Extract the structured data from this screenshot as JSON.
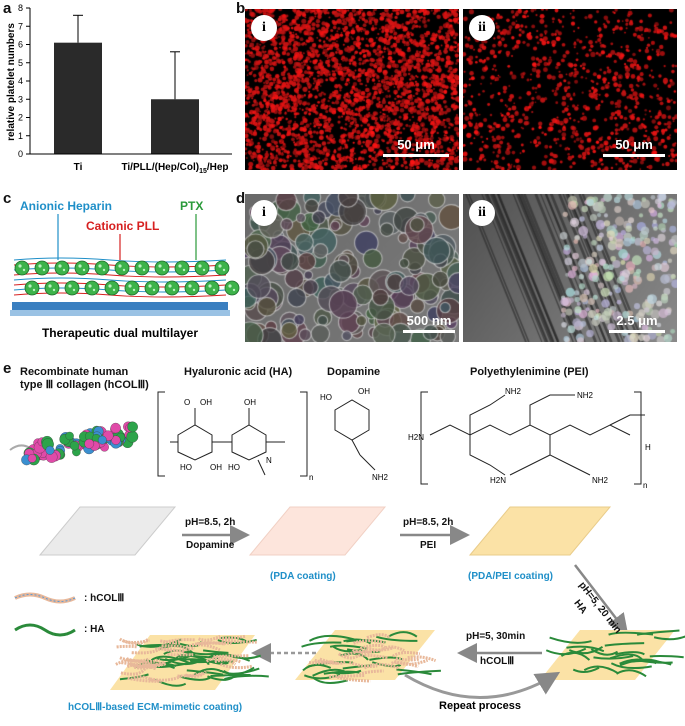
{
  "panels": {
    "a": "a",
    "b": "b",
    "c": "c",
    "d": "d",
    "e": "e"
  },
  "chart_data": {
    "type": "bar",
    "categories": [
      "Ti",
      "Ti/PLL/(Hep/Col)15/Hep"
    ],
    "values": [
      6.1,
      3.0
    ],
    "errors": [
      1.5,
      2.6
    ],
    "ylabel": "relative platelet numbers",
    "ylim": [
      0,
      8
    ],
    "yticks": [
      0,
      1,
      2,
      3,
      4,
      5,
      6,
      7,
      8
    ],
    "tick_labels": [
      "0",
      "1",
      "2",
      "3",
      "4",
      "5",
      "6",
      "7",
      "8"
    ],
    "x_label_ti": "Ti",
    "x_label_coat_main": "Ti/PLL/(Hep/Col)",
    "x_label_coat_sub": "15",
    "x_label_coat_tail": "/Hep",
    "bar_color": "#2a2a2a"
  },
  "panel_b": {
    "i": "i",
    "ii": "ii",
    "scale_i": "50 μm",
    "scale_ii": "50 μm"
  },
  "panel_c": {
    "heparin": "Anionic Heparin",
    "pll": "Cationic PLL",
    "ptx": "PTX",
    "caption": "Therapeutic dual multilayer"
  },
  "panel_d": {
    "i": "i",
    "ii": "ii",
    "scale_i": "500 nm",
    "scale_ii": "2.5 μm"
  },
  "panel_e": {
    "collagen_title": "Recombinate human type Ⅲ collagen (hCOLⅢ)",
    "ha_title": "Hyaluronic acid (HA)",
    "dopamine_title": "Dopamine",
    "pei_title": "Polyethylenimine (PEI)",
    "step1_cond": "pH=8.5, 2h",
    "step1_reagent": "Dopamine",
    "step2_cond": "pH=8.5, 2h",
    "step2_reagent": "PEI",
    "step3_cond": "pH=5, 20 min",
    "step3_reagent": "HA",
    "step4_cond": "pH=5, 30min",
    "step4_reagent": "hCOLⅢ",
    "pda_label": "(PDA coating)",
    "pdapei_label": "(PDA/PEI coating)",
    "legend_col": ": hCOLⅢ",
    "legend_ha": ": HA",
    "final_label": "hCOLⅢ-based ECM-mimetic coating)",
    "repeat": "Repeat process",
    "chem_oh": "OH",
    "chem_ho": "HO",
    "chem_nh2": "NH2",
    "chem_n": "N",
    "chem_h2n": "H2N",
    "chem_h": "H",
    "chem_o": "O",
    "chem_nsub": "n"
  }
}
